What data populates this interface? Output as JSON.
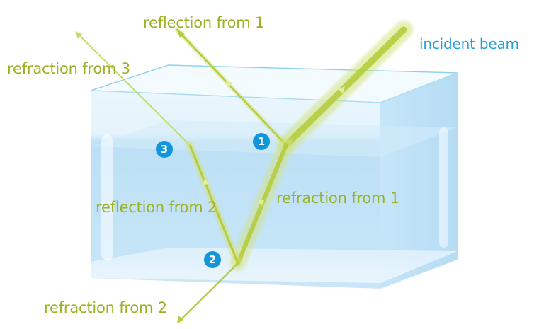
{
  "colors": {
    "beam": "#b6cc3c",
    "beam_glow": "#d3e27c",
    "label_green": "#9bb224",
    "label_blue": "#2a9fd6",
    "badge": "#1196dc",
    "glass_edge": "#8fd0ec",
    "water": "#bfe2f6"
  },
  "labels": {
    "incident_beam": "incident beam",
    "reflection_from_1": "reflection from 1",
    "refraction_from_1": "refraction from 1",
    "reflection_from_2": "reflection from 2",
    "refraction_from_2": "refraction from 2",
    "refraction_from_3": "refraction from 3"
  },
  "points": {
    "p1": "1",
    "p2": "2",
    "p3": "3"
  }
}
